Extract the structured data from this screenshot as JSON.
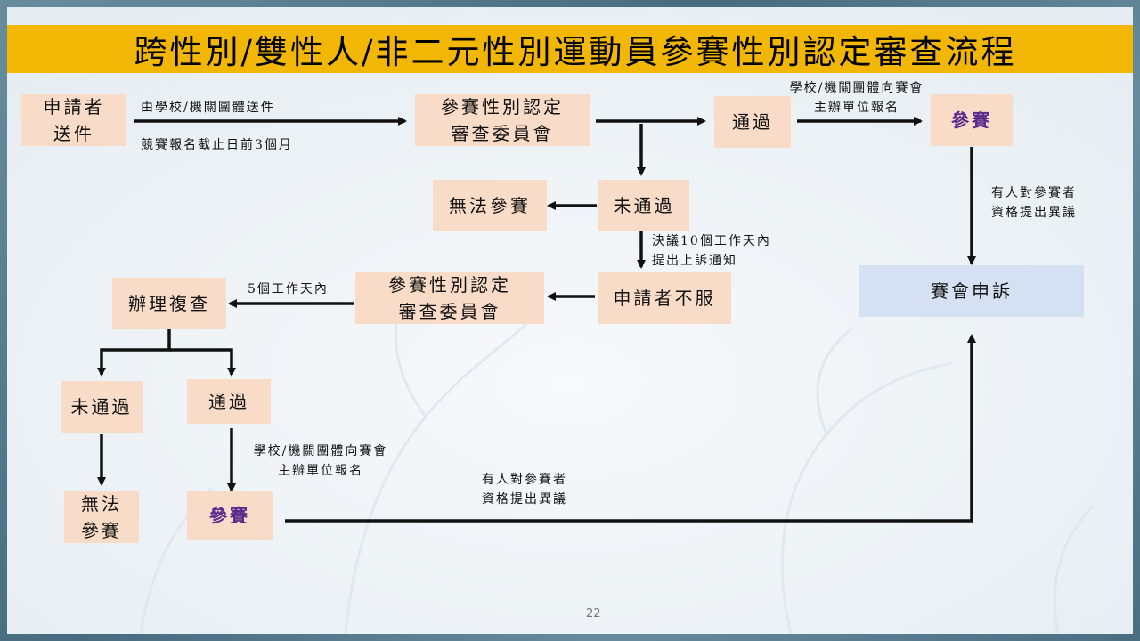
{
  "title": "跨性別/雙性人/非二元性別運動員參賽性別認定審查流程",
  "page_number": "22",
  "colors": {
    "title_bar": "#f2b705",
    "box_fill": "#f9dcc7",
    "appeal_fill": "#d6e0f3",
    "participate_text": "#5b2a8c",
    "arrow": "#111111"
  },
  "nodes": {
    "applicant_submit": "申請者\n送件",
    "committee_top": "參賽性別認定\n審查委員會",
    "pass_top": "通過",
    "participate_top": "參賽",
    "cannot_participate_mid": "無法參賽",
    "not_pass_mid": "未通過",
    "applicant_dispute": "申請者不服",
    "committee_mid": "參賽性別認定\n審查委員會",
    "review": "辦理複查",
    "not_pass_bottom": "未通過",
    "pass_bottom": "通過",
    "cannot_participate_bottom": "無法\n參賽",
    "participate_bottom": "參賽",
    "appeal": "賽會申訴"
  },
  "labels": {
    "send_via_school": "由學校/機關團體送件",
    "deadline": "競賽報名截止日前3個月",
    "register_top": "學校/機關團體向賽會\n主辦單位報名",
    "objection_right": "有人對參賽者\n資格提出異議",
    "resolution_notice": "決議10個工作天內\n提出上訴通知",
    "five_days": "5個工作天內",
    "register_bottom": "學校/機關團體向賽會\n主辦單位報名",
    "objection_bottom": "有人對參賽者\n資格提出異議"
  }
}
